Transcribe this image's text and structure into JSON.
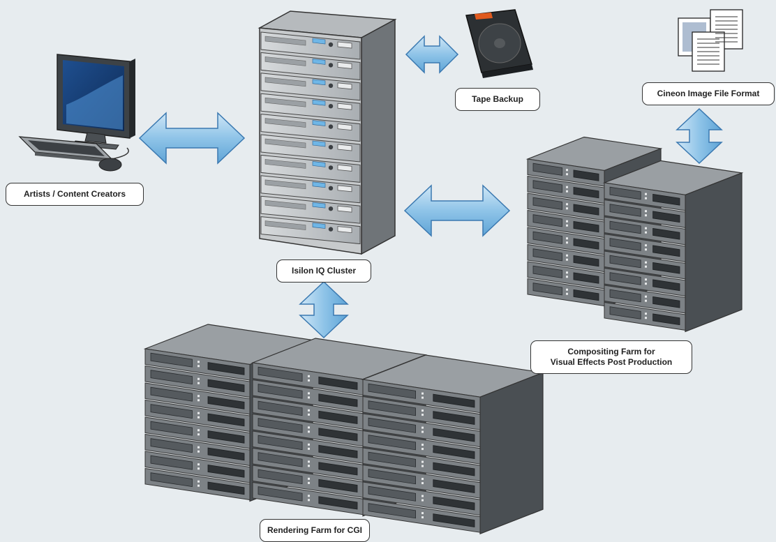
{
  "labels": {
    "artists": "Artists / Content Creators",
    "cluster": "Isilon IQ Cluster",
    "tape": "Tape Backup",
    "cineon": "Cineon Image File Format",
    "compositing_line1": "Compositing Farm for",
    "compositing_line2": "Visual Effects Post Production",
    "rendering": "Rendering Farm for CGI"
  },
  "colors": {
    "background": "#e7ecef",
    "arrow_fill": "#8fc4e8",
    "arrow_stroke": "#3a78b0",
    "server_dark": "#555a5e",
    "server_face": "#7d8286",
    "server_top": "#9a9fa3",
    "led": "#6fb6e6",
    "label_border": "#333333"
  },
  "icons": [
    "computer-icon",
    "tape-cartridge-icon",
    "document-stack-icon",
    "server-rack-icon",
    "server-stack-icon"
  ]
}
